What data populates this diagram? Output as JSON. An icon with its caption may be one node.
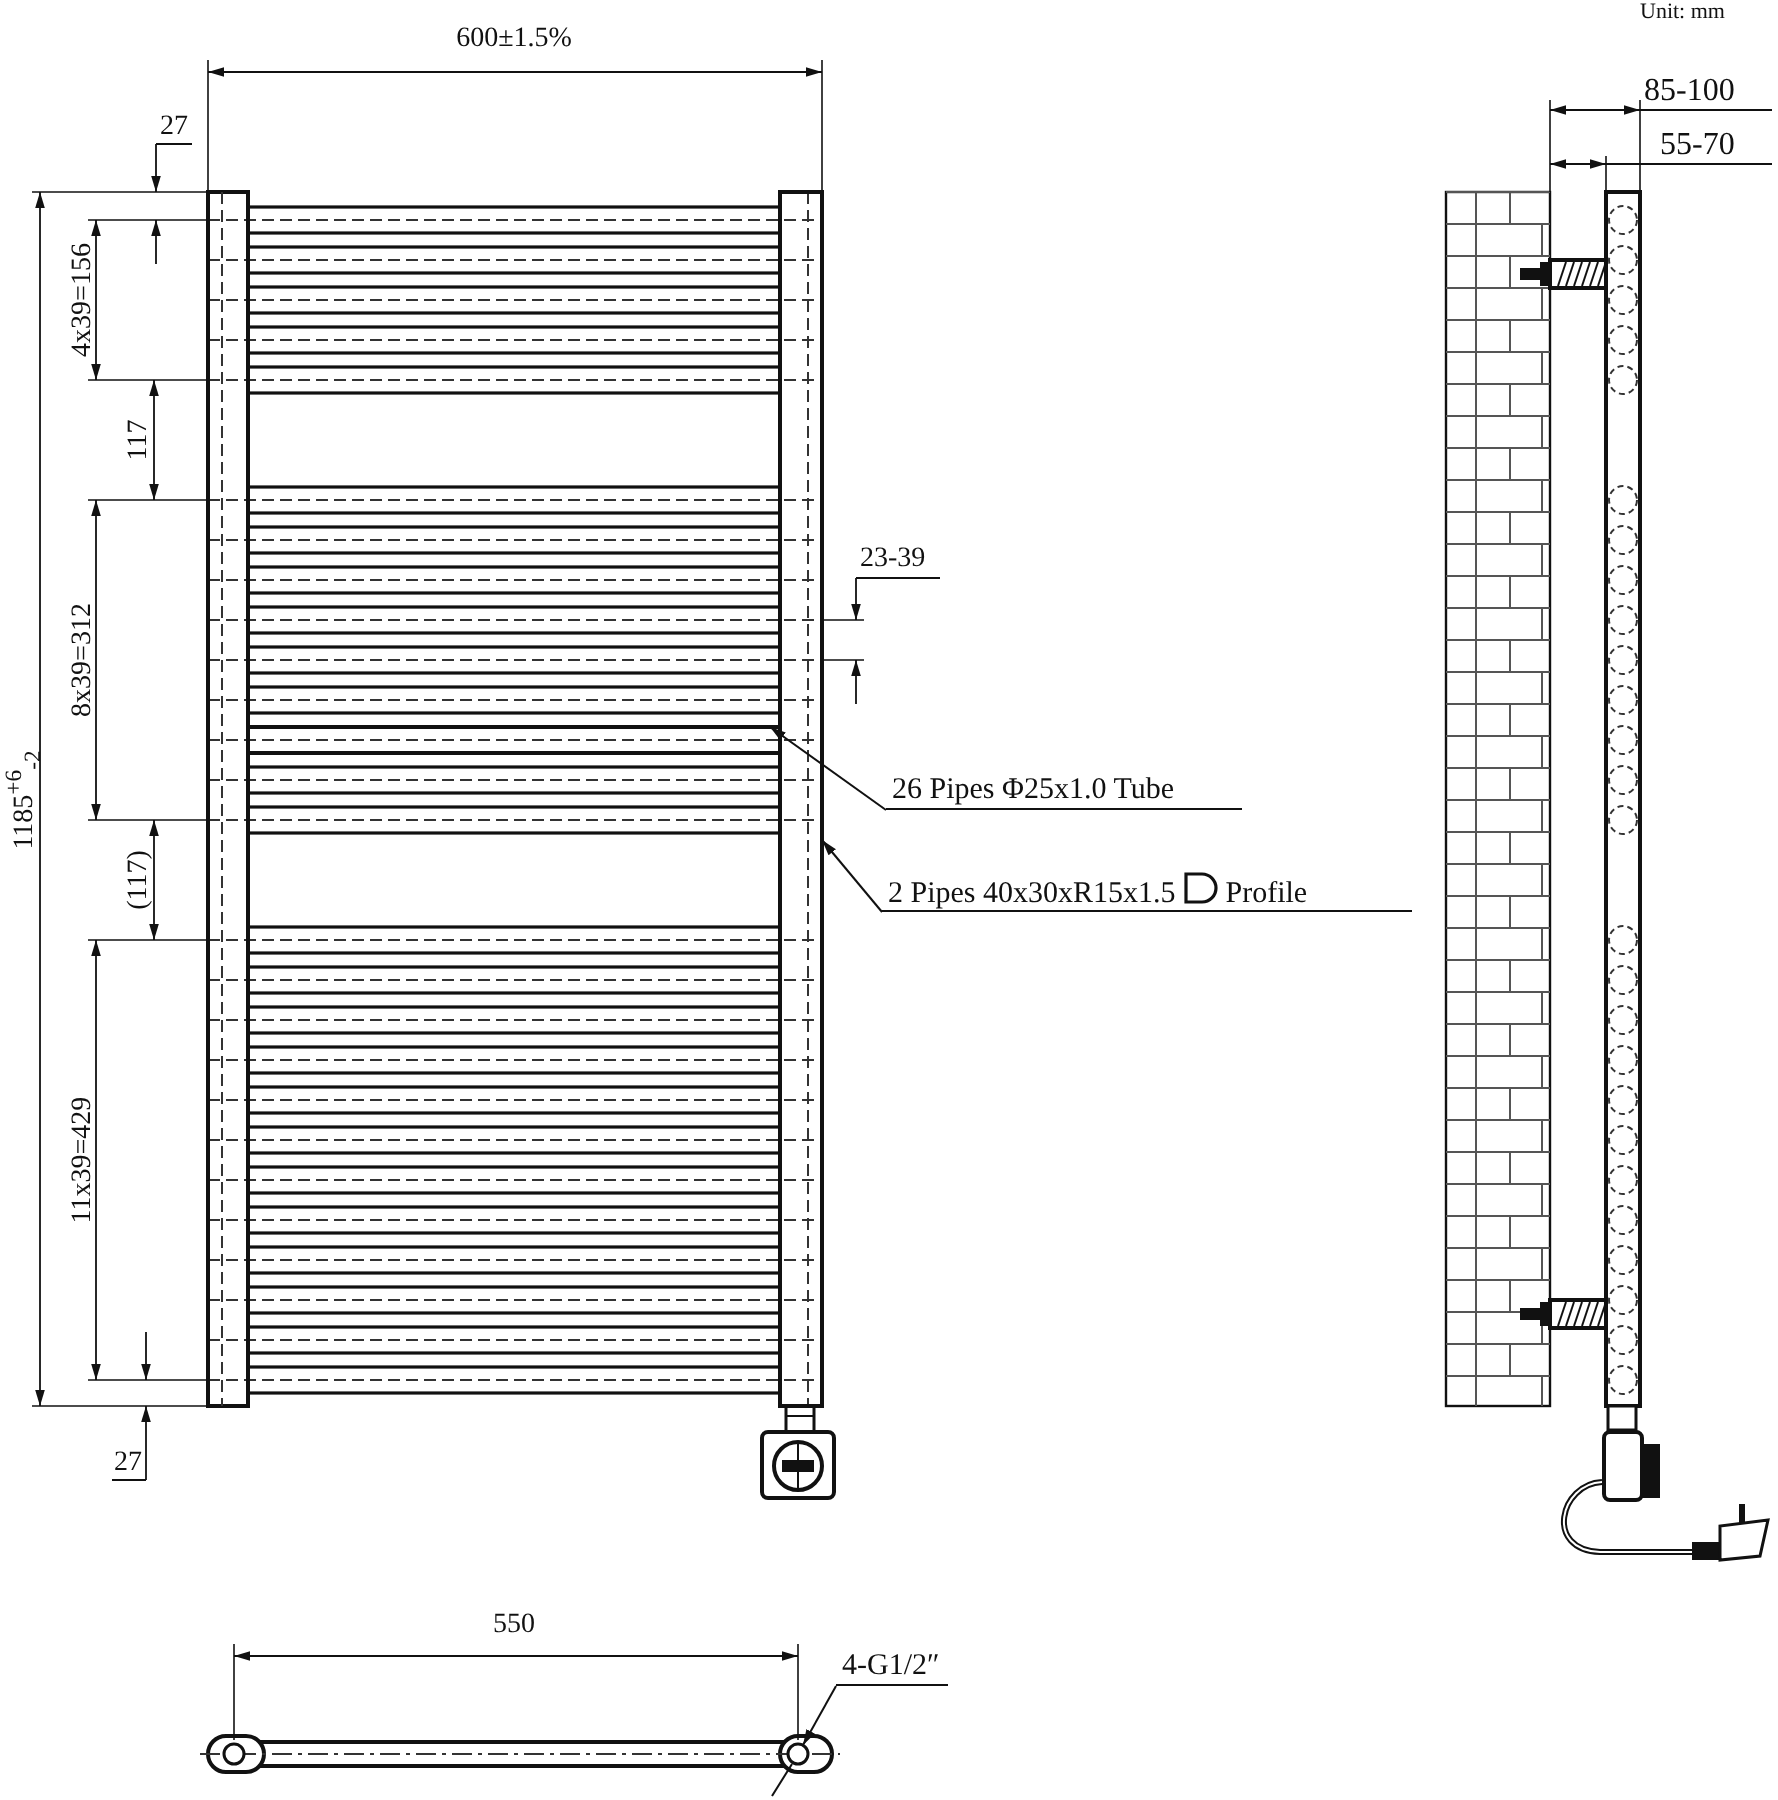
{
  "diagram": {
    "nodes": [
      {
        "text": [
          "26 Pipes Φ25x1.0 Tube"
        ]
      },
      {
        "text": [],
        "shape": "bar"
      },
      {
        "text": [
          "2 Pipes 40x30xR15x1.5",
          "Profile"
        ]
      },
      {
        "text": [],
        "shape": "bar"
      },
      {
        "text": [
          "4-G1/2″"
        ]
      },
      {
        "text": [],
        "shape": "circle"
      }
    ],
    "edges": [
      {
        "from": 0,
        "to": 1,
        "arrow": "to"
      },
      {
        "from": 2,
        "to": 3,
        "arrow": "to"
      },
      {
        "from": 4,
        "to": 5,
        "arrow": "to"
      }
    ],
    "labels": [
      "Unit: mm",
      "600±1.5%",
      "85-100",
      "27",
      "55-70",
      "4x39=156",
      "117",
      "23-39",
      "8x39=312",
      "1185$^{+6}$$_{-2}$",
      "(117)",
      "11x39=429",
      "27",
      "550"
    ]
  }
}
